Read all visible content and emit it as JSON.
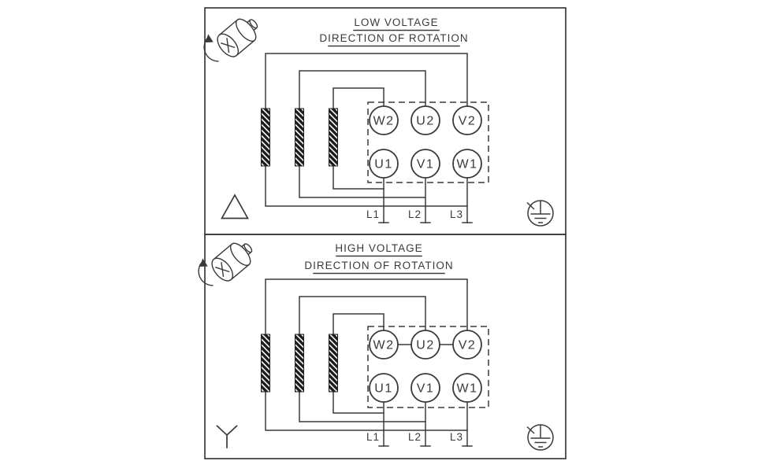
{
  "panels": [
    {
      "title": "LOW VOLTAGE",
      "subtitle": "DIRECTION OF ROTATION",
      "connection_symbol": "delta",
      "terminals_top": [
        "W2",
        "U2",
        "V2"
      ],
      "terminals_bottom": [
        "U1",
        "V1",
        "W1"
      ],
      "leads": [
        "L1",
        "L2",
        "L3"
      ],
      "icons": [
        "rotation-direction-motor",
        "delta-connection",
        "earth-ground"
      ]
    },
    {
      "title": "HIGH VOLTAGE",
      "subtitle": "DIRECTION OF ROTATION",
      "connection_symbol": "star",
      "terminals_top": [
        "W2",
        "U2",
        "V2"
      ],
      "terminals_bottom": [
        "U1",
        "V1",
        "W1"
      ],
      "leads": [
        "L1",
        "L2",
        "L3"
      ],
      "icons": [
        "rotation-direction-motor",
        "star-connection",
        "earth-ground"
      ]
    }
  ],
  "colors": {
    "line": "#3a3a3a",
    "background": "#ffffff"
  }
}
